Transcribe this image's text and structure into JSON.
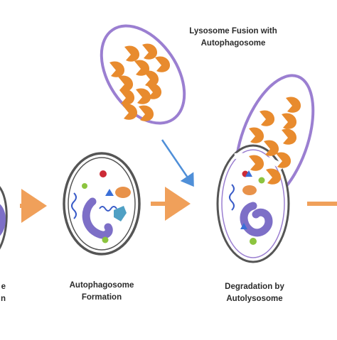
{
  "labels": {
    "left_partial_line1": "e",
    "left_partial_line2": "n",
    "formation_line1": "Autophagosome",
    "formation_line2": "Formation",
    "fusion_line1": "Lysosome Fusion with",
    "fusion_line2": "Autophagosome",
    "degradation_line1": "Degradation by",
    "degradation_line2": "Autolysosome"
  },
  "icons": [
    "orange-arrow-icon",
    "blue-arrow-icon",
    "hydrolase-enzyme-icon",
    "nucleic-acid-strand-icon",
    "protein-fold-icon",
    "mitochondrion-icon",
    "organelle-fragment-icon"
  ],
  "colors": {
    "lysosome_membrane": "#9b7fd1",
    "autophagosome_membrane": "#555555",
    "enzyme": "#e88b2e",
    "flow_arrow": "#f0a05a",
    "fusion_arrow": "#4f8fd8",
    "protein": "#7d6fc7",
    "mitochondrion": "#e8924a",
    "organelle": "#4fa0c4",
    "red_dot": "#cc2a36",
    "green_dot": "#8cc43f",
    "blue_triangle": "#3a6fd8"
  }
}
